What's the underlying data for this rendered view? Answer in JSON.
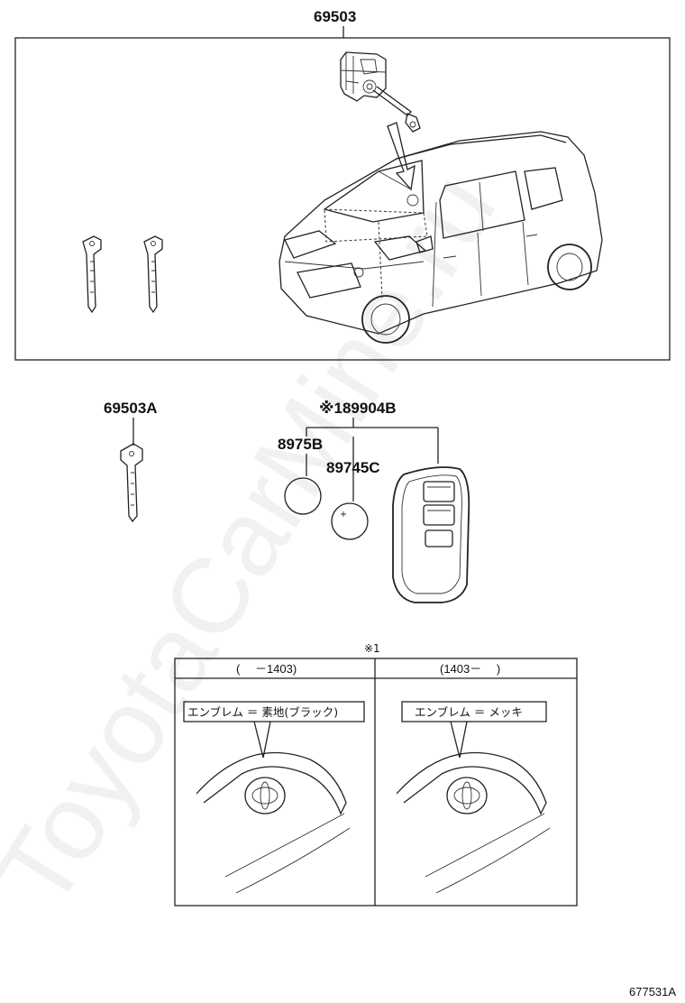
{
  "parts": {
    "lock_set": "69503",
    "spare_key": "69503A",
    "transmitter_assy": "※189904B",
    "battery_a": "8975B",
    "battery_b": "89745C"
  },
  "variant_table": {
    "note_ref": "※1",
    "col_left_header": "(　 －1403)",
    "col_right_header": "(1403－　 )",
    "col_left_callout": "エンブレム ＝ 素地(ブラック)",
    "col_right_callout": "エンブレム ＝ メッキ"
  },
  "illustration_code": "677531A",
  "watermark": "ToyotaCarMine.ru"
}
